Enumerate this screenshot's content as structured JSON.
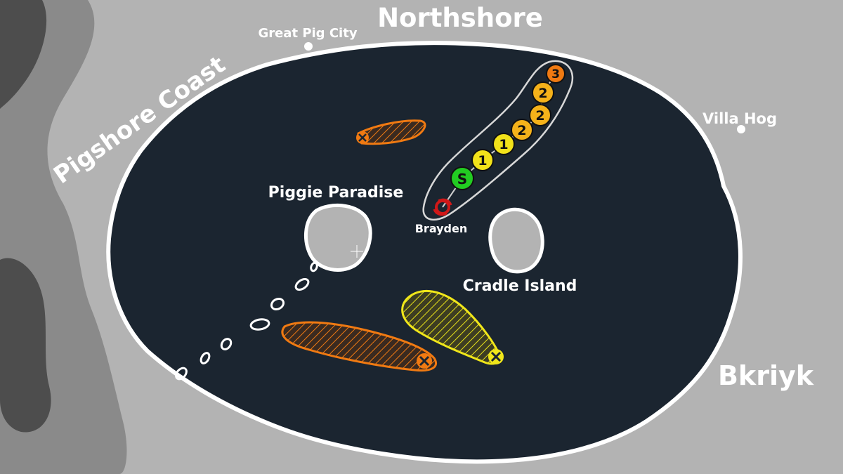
{
  "regions": {
    "north": "Northshore",
    "west": "Pigshore Coast",
    "east": "Bkriyk"
  },
  "cities": [
    {
      "name": "Great Pig City"
    },
    {
      "name": "Villa Hog"
    }
  ],
  "islands": [
    {
      "name": "Piggie Paradise"
    },
    {
      "name": "Cradle Island"
    }
  ],
  "storm": {
    "name": "Brayden",
    "track": [
      {
        "label": "",
        "category": "remnant",
        "color": "#d01818"
      },
      {
        "label": "S",
        "category": "tropical storm",
        "color": "#22cc22"
      },
      {
        "label": "1",
        "category": "1",
        "color": "#f2e21a"
      },
      {
        "label": "1",
        "category": "1",
        "color": "#f2e21a"
      },
      {
        "label": "2",
        "category": "2",
        "color": "#f5b21a"
      },
      {
        "label": "2",
        "category": "2",
        "color": "#f5b21a"
      },
      {
        "label": "2",
        "category": "2",
        "color": "#f5b21a"
      },
      {
        "label": "3",
        "category": "3",
        "color": "#f07a12"
      }
    ]
  },
  "colors": {
    "ocean": "#1b2530",
    "land": "#b3b3b3",
    "dark_land": "#8a8a8a",
    "darker_land": "#4d4d4d",
    "cone_orange": "#f07a12",
    "cone_yellow": "#f0e61a"
  }
}
